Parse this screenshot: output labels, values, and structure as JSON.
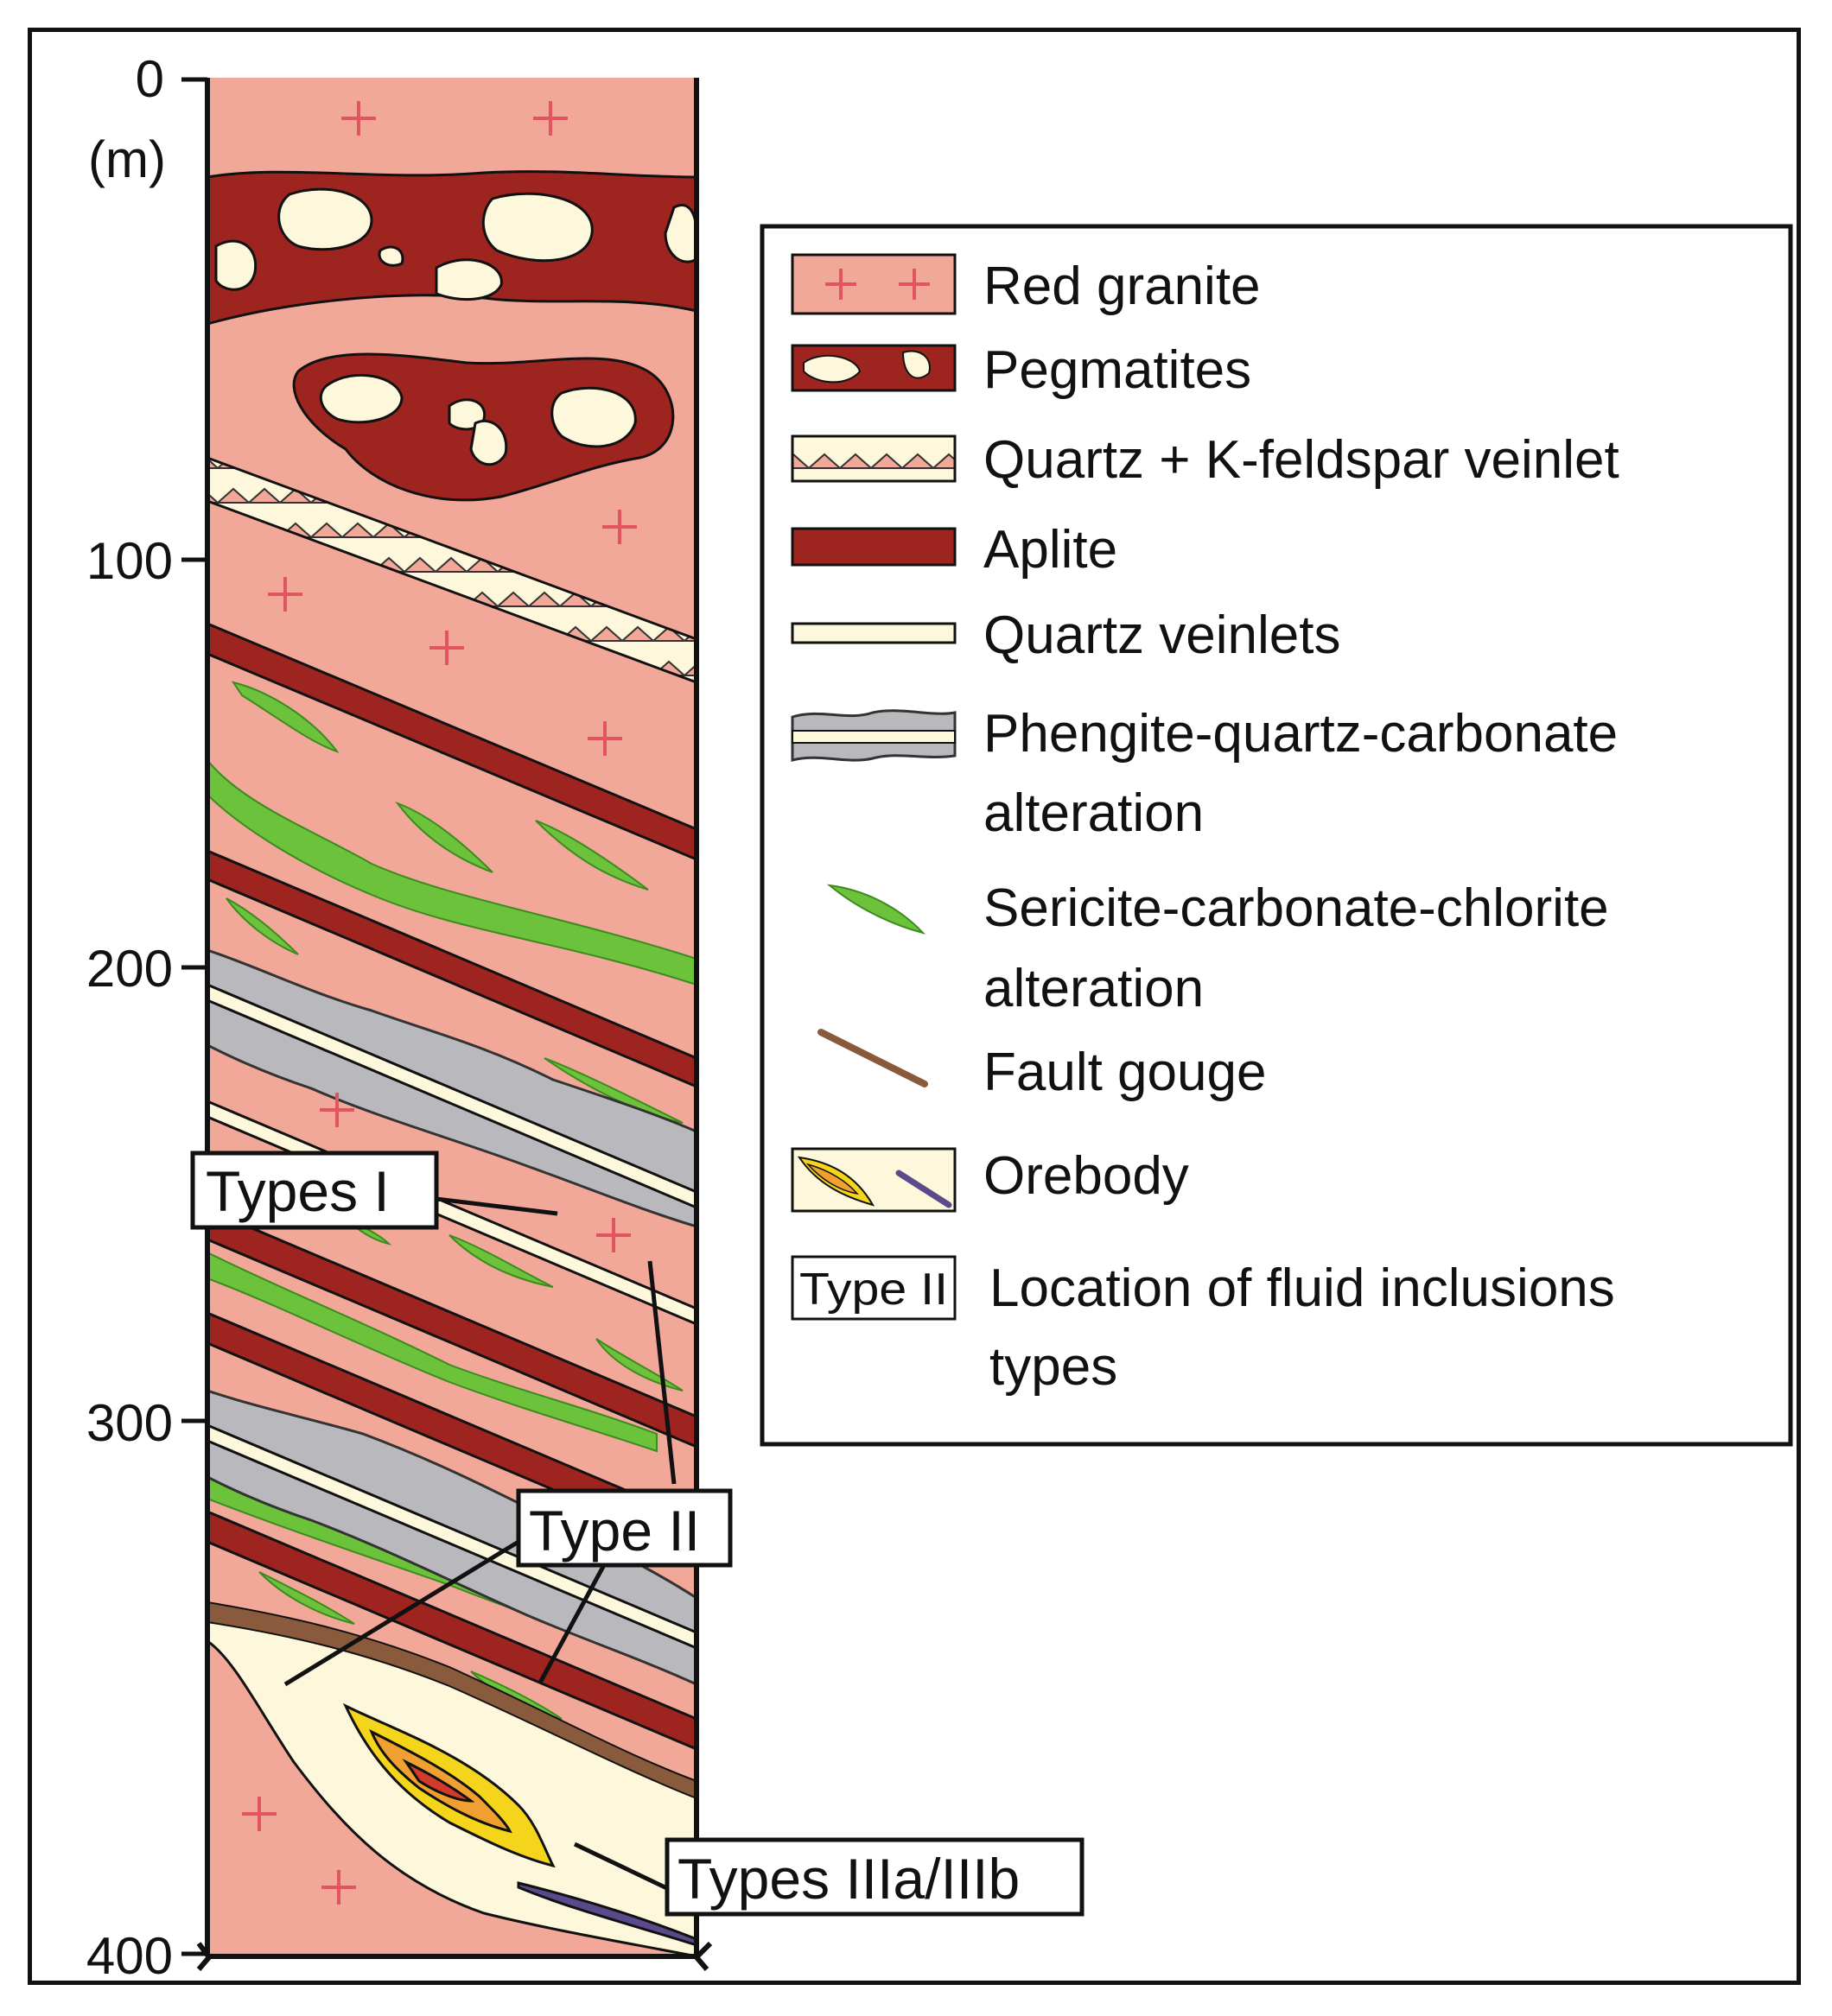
{
  "axis": {
    "unit": "(m)",
    "ticks": [
      "0",
      "100",
      "200",
      "300",
      "400"
    ]
  },
  "legend": {
    "items": [
      {
        "line1": "Red granite",
        "line2": ""
      },
      {
        "line1": "Pegmatites",
        "line2": ""
      },
      {
        "line1": "Quartz + K-feldspar veinlet",
        "line2": ""
      },
      {
        "line1": "Aplite",
        "line2": ""
      },
      {
        "line1": "Quartz veinlets",
        "line2": ""
      },
      {
        "line1": "Phengite-quartz-carbonate",
        "line2": "alteration"
      },
      {
        "line1": "Sericite-carbonate-chlorite",
        "line2": "alteration"
      },
      {
        "line1": "Fault gouge",
        "line2": ""
      },
      {
        "line1": "Orebody",
        "line2": ""
      },
      {
        "line1": "Location of fluid inclusions",
        "line2": "types"
      }
    ],
    "sample_label": "Type II"
  },
  "callouts": {
    "types_i": "Types I",
    "type_ii": "Type II",
    "types_iii": "Types IIIa/IIIb"
  },
  "colors": {
    "granite": "#f2a898",
    "pegmatite": "#9e2420",
    "cream": "#fdf8dc",
    "aplite": "#9e2420",
    "phengite": "#b9b9bd",
    "sericite": "#6cc23a",
    "gouge": "#8a5a3c",
    "ore_yellow": "#f5d51c",
    "ore_orange": "#f0a030",
    "ore_red": "#d23a2a",
    "ore_purple": "#5a4a8c"
  }
}
